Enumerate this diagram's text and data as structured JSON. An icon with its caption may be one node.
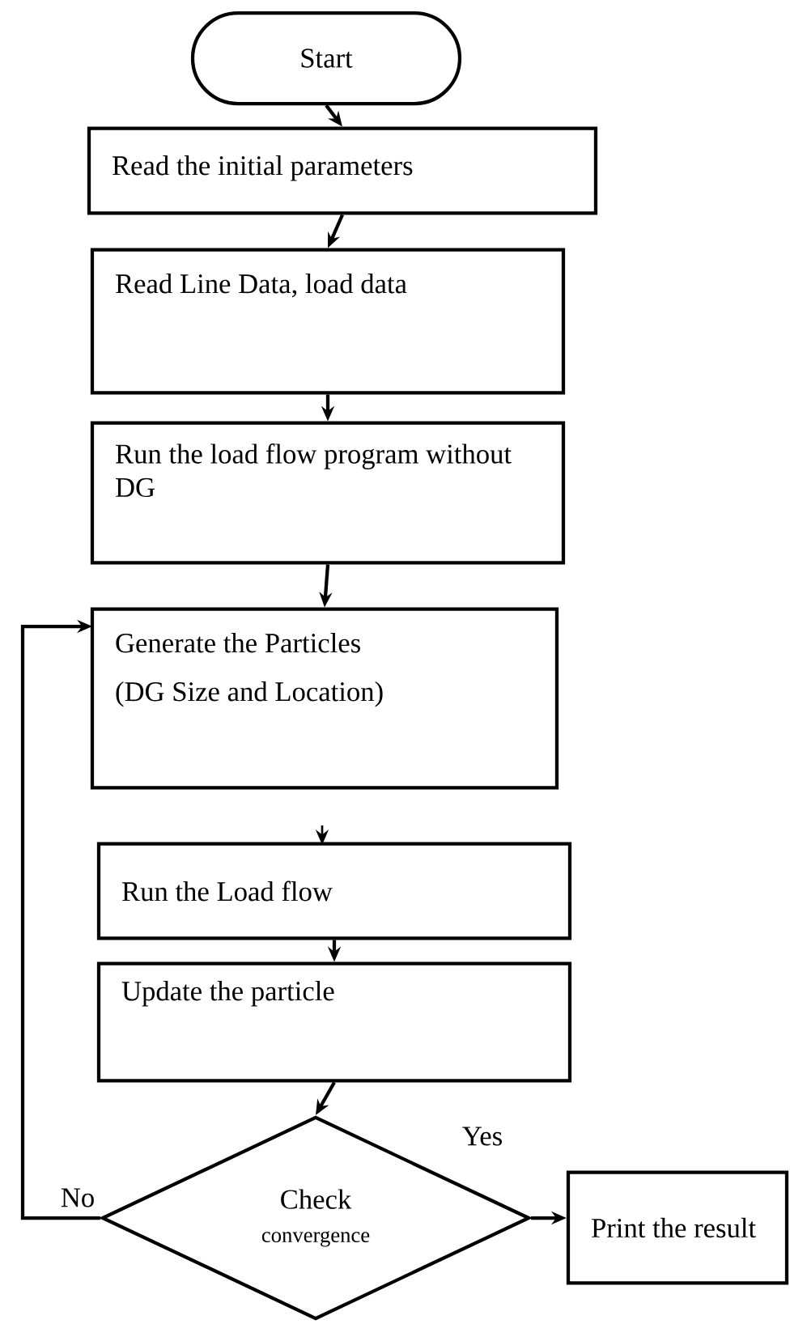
{
  "diagram": {
    "nodes": [
      {
        "text": [
          "Start"
        ]
      },
      {
        "text": [
          "Read the initial parameters"
        ]
      },
      {
        "text": [
          "Read Line Data, load data"
        ]
      },
      {
        "text": [
          "Run the load flow program without DG"
        ]
      },
      {
        "text": [
          "Generate the Particles",
          "(DG Size and Location)"
        ]
      },
      {
        "text": [
          "Run the Load flow"
        ]
      },
      {
        "text": [
          "Update the particle"
        ]
      },
      {
        "text": [
          "Check",
          "convergence"
        ]
      },
      {
        "text": [
          "Print the result"
        ]
      }
    ],
    "edges": [
      {
        "from": 0,
        "to": 1,
        "arrow": "to"
      },
      {
        "from": 1,
        "to": 2,
        "arrow": "to"
      },
      {
        "from": 2,
        "to": 3,
        "arrow": "to"
      },
      {
        "from": 3,
        "to": 4,
        "arrow": "to"
      },
      {
        "from": null,
        "to": 5,
        "arrow": "to"
      },
      {
        "from": 5,
        "to": 6,
        "arrow": "to"
      },
      {
        "from": 6,
        "to": 7,
        "arrow": "to"
      },
      {
        "from": 7,
        "to": 8,
        "arrow": "to",
        "label": "Yes"
      },
      {
        "from": 7,
        "to": 4,
        "arrow": "to",
        "label": "No"
      }
    ]
  }
}
